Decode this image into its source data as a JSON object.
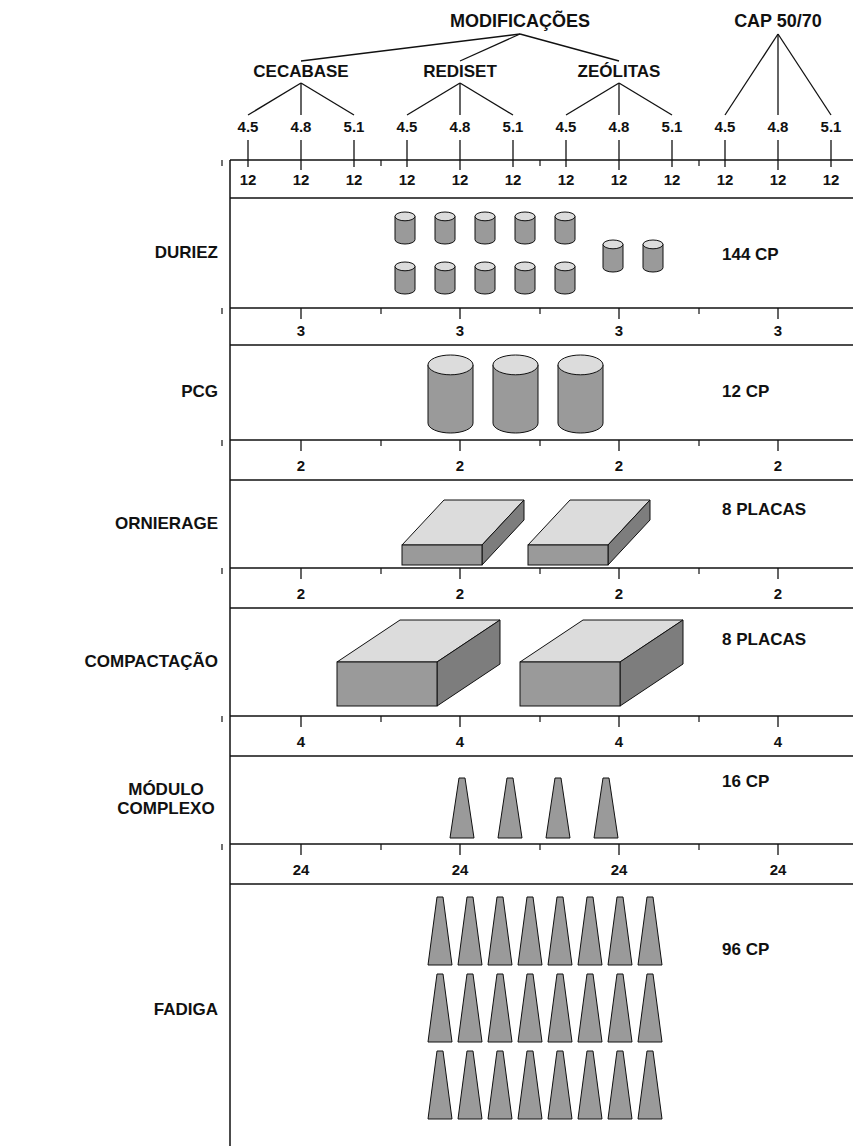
{
  "diagram": {
    "labels": [
      "MODIFICAÇÕES",
      "CAP 50/70",
      "CECABASE",
      "REDISET",
      "ZEÓLITAS",
      "4.5",
      "4.8",
      "5.1",
      "4.5",
      "4.8",
      "5.1",
      "4.5",
      "4.8",
      "5.1",
      "4.5",
      "4.8",
      "5.1",
      "12",
      "12",
      "12",
      "12",
      "12",
      "12",
      "12",
      "12",
      "12",
      "12",
      "12",
      "12",
      "DURIEZ",
      "144 CP",
      "3",
      "3",
      "3",
      "3",
      "PCG",
      "12 CP",
      "2",
      "2",
      "2",
      "2",
      "ORNIERAGE",
      "8 PLACAS",
      "2",
      "2",
      "2",
      "2",
      "COMPACTAÇÃO",
      "8 PLACAS",
      "4",
      "4",
      "4",
      "4",
      "MÓDULO COMPLEXO",
      "16 CP",
      "24",
      "24",
      "24",
      "24",
      "FADIGA",
      "96 CP"
    ]
  }
}
